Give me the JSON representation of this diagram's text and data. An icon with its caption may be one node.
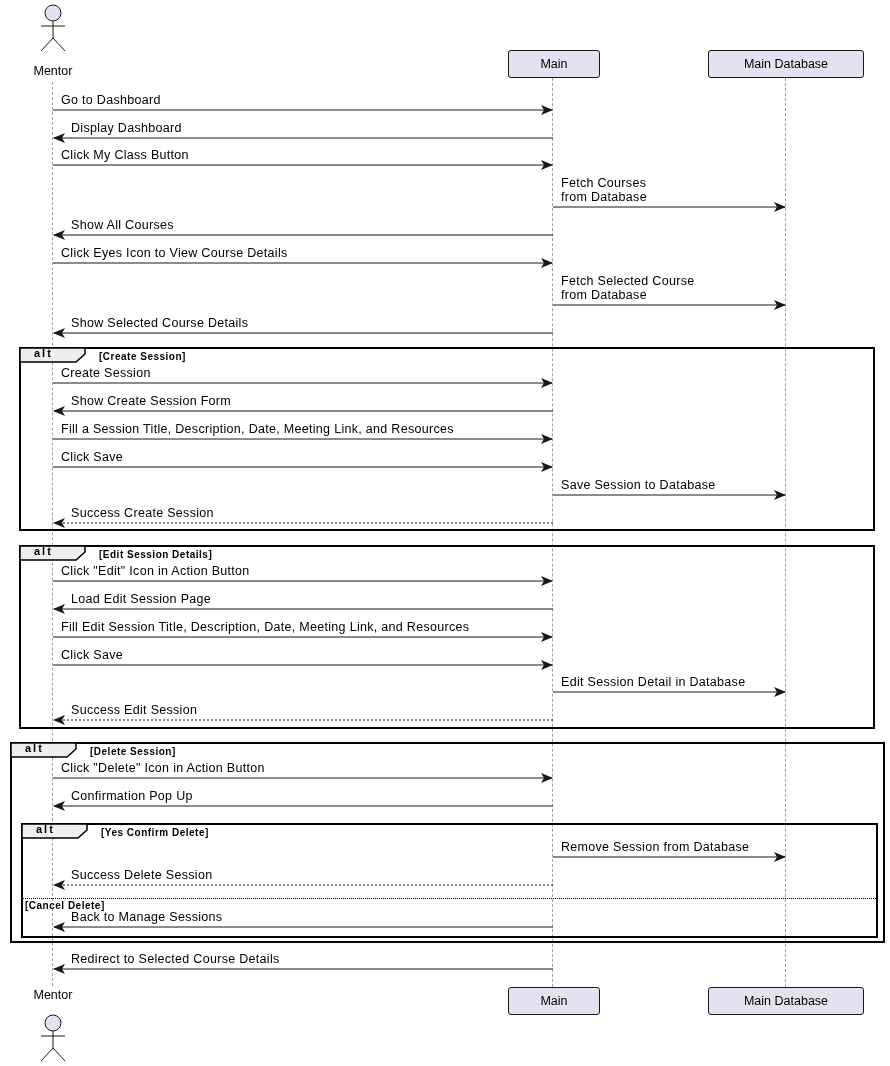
{
  "diagram": {
    "nodes": [
      {
        "text": [
          "Mentor"
        ]
      },
      {
        "text": [
          "Main"
        ]
      },
      {
        "text": [
          "Main Database"
        ]
      },
      {
        "text": [
          "Mentor"
        ]
      },
      {
        "text": [
          "Main"
        ]
      },
      {
        "text": [
          "Main Database"
        ]
      },
      {
        "text": [
          "[Create Session]"
        ]
      },
      {
        "text": [
          "[Edit Session Details]"
        ]
      },
      {
        "text": [
          "[Delete Session]"
        ]
      },
      {
        "text": [
          "[Yes Confirm Delete]",
          "[Cancel Delete]"
        ],
        "in": 8
      },
      {
        "text": [],
        "shape": "bar"
      },
      {
        "text": [],
        "shape": "bar"
      },
      {
        "text": [],
        "shape": "bar"
      },
      {
        "text": [
          "alt"
        ],
        "in": 6
      },
      {
        "text": [
          "alt"
        ],
        "in": 7
      },
      {
        "text": [
          "alt"
        ],
        "in": 8
      },
      {
        "text": [
          "alt"
        ],
        "in": 9
      }
    ],
    "edges": [
      {
        "from": 10,
        "to": 11,
        "arrow": "to",
        "label": "Go to Dashboard"
      },
      {
        "from": 11,
        "to": 10,
        "arrow": "to",
        "label": "Display Dashboard"
      },
      {
        "from": 10,
        "to": 11,
        "arrow": "to",
        "label": "Click My Class Button"
      },
      {
        "from": 11,
        "to": 12,
        "arrow": "to",
        "label": "Fetch Courses from Database"
      },
      {
        "from": 11,
        "to": 10,
        "arrow": "to",
        "label": "Show All Courses"
      },
      {
        "from": 10,
        "to": 11,
        "arrow": "to",
        "label": "Click Eyes Icon to View Course Details"
      },
      {
        "from": 11,
        "to": 12,
        "arrow": "to",
        "label": "Fetch Selected Course from Database"
      },
      {
        "from": 11,
        "to": 10,
        "arrow": "to",
        "label": "Show Selected Course Details"
      },
      {
        "from": 10,
        "to": 11,
        "arrow": "to",
        "label": "Create Session"
      },
      {
        "from": 11,
        "to": 10,
        "arrow": "to",
        "label": "Show Create Session Form"
      },
      {
        "from": 10,
        "to": 11,
        "arrow": "to",
        "label": "Fill a Session Title, Description, Date, Meeting Link, and Resources"
      },
      {
        "from": 10,
        "to": 11,
        "arrow": "to",
        "label": "Click Save"
      },
      {
        "from": 11,
        "to": 12,
        "arrow": "to",
        "label": "Save Session to Database"
      },
      {
        "from": 11,
        "to": 10,
        "arrow": "to",
        "label": "Success Create Session",
        "style": "dashed"
      },
      {
        "from": 10,
        "to": 11,
        "arrow": "to",
        "label": "Click \"Edit\" Icon in Action Button"
      },
      {
        "from": 11,
        "to": 10,
        "arrow": "to",
        "label": "Load Edit Session Page"
      },
      {
        "from": 10,
        "to": 11,
        "arrow": "to",
        "label": "Fill Edit Session Title, Description, Date, Meeting Link, and Resources"
      },
      {
        "from": 10,
        "to": 11,
        "arrow": "to",
        "label": "Click Save"
      },
      {
        "from": 11,
        "to": 12,
        "arrow": "to",
        "label": "Edit Session Detail in Database"
      },
      {
        "from": 11,
        "to": 10,
        "arrow": "to",
        "label": "Success Edit Session",
        "style": "dashed"
      },
      {
        "from": 10,
        "to": 11,
        "arrow": "to",
        "label": "Click \"Delete\" Icon in Action Button"
      },
      {
        "from": 11,
        "to": 10,
        "arrow": "to",
        "label": "Confirmation Pop Up"
      },
      {
        "from": 11,
        "to": 12,
        "arrow": "to",
        "label": "Remove Session from Database"
      },
      {
        "from": 11,
        "to": 10,
        "arrow": "to",
        "label": "Success Delete Session",
        "style": "dashed"
      },
      {
        "from": 11,
        "to": 10,
        "arrow": "to",
        "label": "Back to Manage Sessions"
      },
      {
        "from": 11,
        "to": 10,
        "arrow": "to",
        "label": "Redirect to Selected Course Details"
      }
    ]
  }
}
